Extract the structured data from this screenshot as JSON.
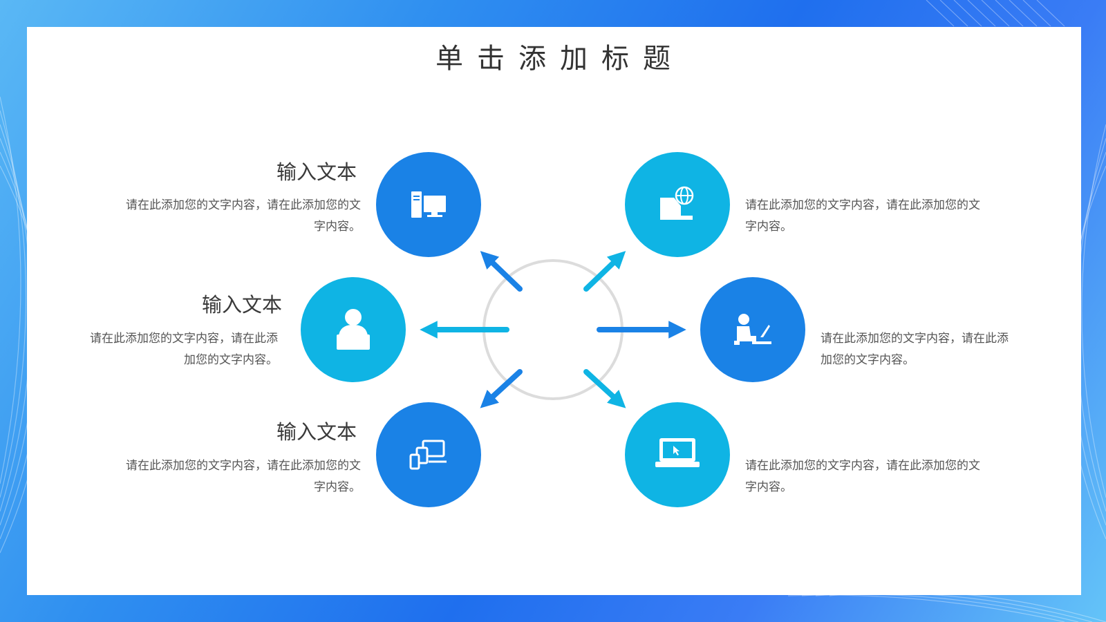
{
  "title": "单击添加标题",
  "colors": {
    "primary": "#1a82e6",
    "secondary": "#0fb4e4",
    "ring": "#dcdcdc"
  },
  "items": [
    {
      "id": "top-left",
      "heading": "输入文本",
      "text": "请在此添加您的文字内容，请在此添加您的文字内容。",
      "icon": "desktop-computer-icon"
    },
    {
      "id": "mid-left",
      "heading": "输入文本",
      "text": "请在此添加您的文字内容，请在此添加您的文字内容。",
      "icon": "user-laptop-icon"
    },
    {
      "id": "bottom-left",
      "heading": "输入文本",
      "text": "请在此添加您的文字内容，请在此添加您的文字内容。",
      "icon": "multi-device-icon"
    },
    {
      "id": "top-right",
      "heading": "",
      "text": "请在此添加您的文字内容，请在此添加您的文字内容。",
      "icon": "globe-laptop-icon"
    },
    {
      "id": "mid-right",
      "heading": "",
      "text": "请在此添加您的文字内容，请在此添加您的文字内容。",
      "icon": "person-at-desk-icon"
    },
    {
      "id": "bottom-right",
      "heading": "",
      "text": "请在此添加您的文字内容，请在此添加您的文字内容。",
      "icon": "laptop-cursor-icon"
    }
  ]
}
